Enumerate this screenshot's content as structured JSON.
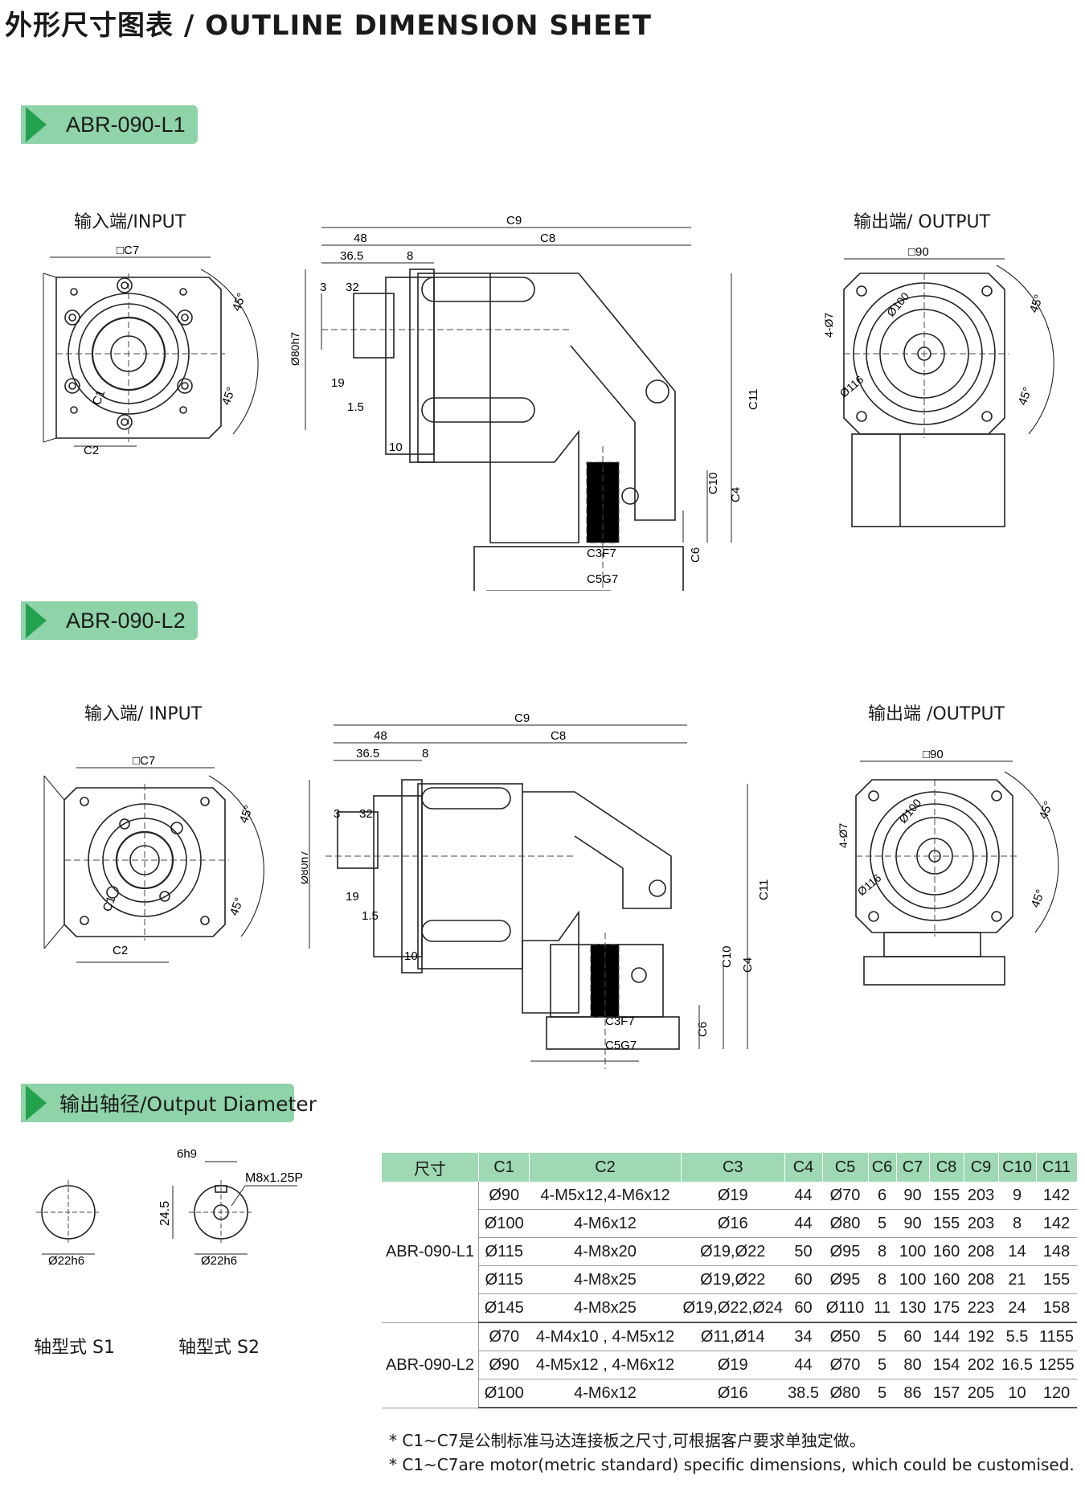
{
  "page_title": "外形尺寸图表 / OUTLINE DIMENSION SHEET",
  "sections": [
    {
      "tag": "ABR-090-L1",
      "input_label": "输入端/INPUT",
      "output_label": "输出端/ OUTPUT"
    },
    {
      "tag": "ABR-090-L2",
      "input_label": "输入端/ INPUT",
      "output_label": "输出端 /OUTPUT"
    }
  ],
  "dims": {
    "c7": "□C7",
    "c90": "□90",
    "c9": "C9",
    "c8": "C8",
    "d48": "48",
    "d36": "36.5",
    "d8": "8",
    "d3": "3",
    "d32": "32",
    "d80": "Ø80h7",
    "d19": "19",
    "d15": "1.5",
    "d10": "10",
    "c11": "C11",
    "c10": "C10",
    "c4": "C4",
    "c6": "C6",
    "c3": "C3F7",
    "c5": "C5G7",
    "c1": "C1",
    "c2": "C2",
    "a45": "45°",
    "h47": "4-Ø7",
    "o100": "Ø100",
    "o116": "Ø116"
  },
  "output_diameter": {
    "tag": "输出轴径/Output Diameter",
    "s1_dia": "Ø22h6",
    "s2_dia": "Ø22h6",
    "s2_key": "6h9",
    "s2_height": "24.5",
    "s2_thread": "M8x1.25P",
    "s1_label": "轴型式 S1",
    "s2_label": "轴型式 S2"
  },
  "table": {
    "headers": [
      "尺寸",
      "C1",
      "C2",
      "C3",
      "C4",
      "C5",
      "C6",
      "C7",
      "C8",
      "C9",
      "C10",
      "C11"
    ],
    "groups": [
      {
        "model": "ABR-090-L1",
        "rows": [
          [
            "Ø90",
            "4-M5x12,4-M6x12",
            "Ø19",
            "44",
            "Ø70",
            "6",
            "90",
            "155",
            "203",
            "9",
            "142"
          ],
          [
            "Ø100",
            "4-M6x12",
            "Ø16",
            "44",
            "Ø80",
            "5",
            "90",
            "155",
            "203",
            "8",
            "142"
          ],
          [
            "Ø115",
            "4-M8x20",
            "Ø19,Ø22",
            "50",
            "Ø95",
            "8",
            "100",
            "160",
            "208",
            "14",
            "148"
          ],
          [
            "Ø115",
            "4-M8x25",
            "Ø19,Ø22",
            "60",
            "Ø95",
            "8",
            "100",
            "160",
            "208",
            "21",
            "155"
          ],
          [
            "Ø145",
            "4-M8x25",
            "Ø19,Ø22,Ø24",
            "60",
            "Ø110",
            "11",
            "130",
            "175",
            "223",
            "24",
            "158"
          ]
        ]
      },
      {
        "model": "ABR-090-L2",
        "rows": [
          [
            "Ø70",
            "4-M4x10 , 4-M5x12",
            "Ø11,Ø14",
            "34",
            "Ø50",
            "5",
            "60",
            "144",
            "192",
            "5.5",
            "1155"
          ],
          [
            "Ø90",
            "4-M5x12 , 4-M6x12",
            "Ø19",
            "44",
            "Ø70",
            "5",
            "80",
            "154",
            "202",
            "16.5",
            "1255"
          ],
          [
            "Ø100",
            "4-M6x12",
            "Ø16",
            "38.5",
            "Ø80",
            "5",
            "86",
            "157",
            "205",
            "10",
            "120"
          ]
        ]
      }
    ]
  },
  "notes": [
    "* C1~C7是公制标准马达连接板之尺寸,可根据客户要求单独定做。",
    "* C1~C7are motor(metric standard)  specific dimensions, which could be customised."
  ]
}
